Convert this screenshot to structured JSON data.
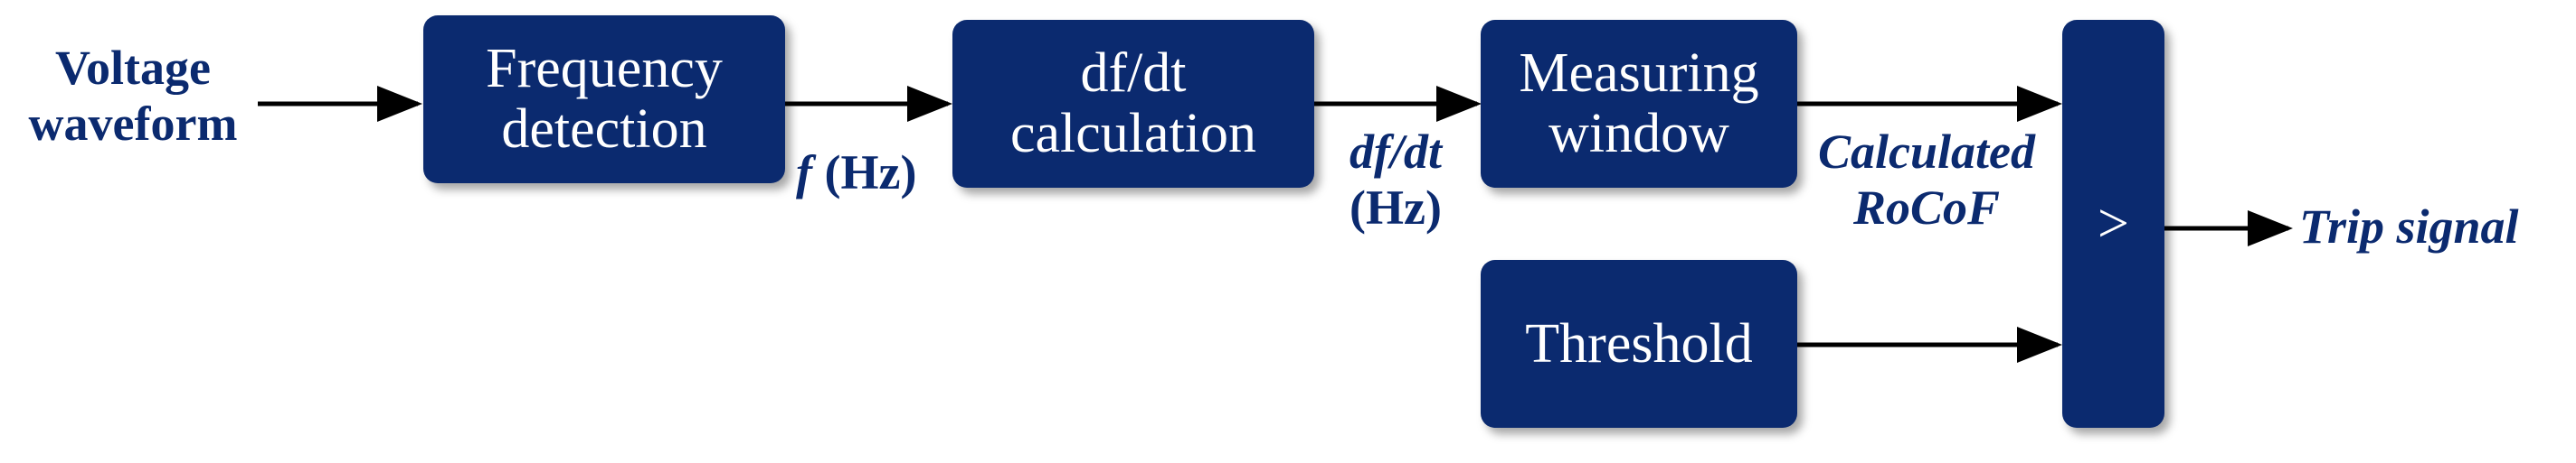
{
  "input_label": {
    "line1": "Voltage",
    "line2": "waveform"
  },
  "blocks": {
    "frequency_detection": {
      "line1": "Frequency",
      "line2": "detection"
    },
    "dfdt_calculation": {
      "line1": "df/dt",
      "line2": "calculation"
    },
    "measuring_window": {
      "line1": "Measuring",
      "line2": "window"
    },
    "threshold": {
      "line1": "Threshold"
    },
    "comparator": {
      "symbol": ">"
    }
  },
  "signals": {
    "frequency": {
      "var": "f",
      "unit": "(Hz)"
    },
    "dfdt": {
      "line1": "df/dt",
      "line2": "(Hz)"
    },
    "calculated": {
      "line1": "Calculated",
      "line2": "RoCoF"
    },
    "output": "Trip signal"
  },
  "colors": {
    "block_fill": "#0b2a6f",
    "block_text": "#ffffff",
    "label_text": "#0b2a6f",
    "arrow": "#000000"
  }
}
